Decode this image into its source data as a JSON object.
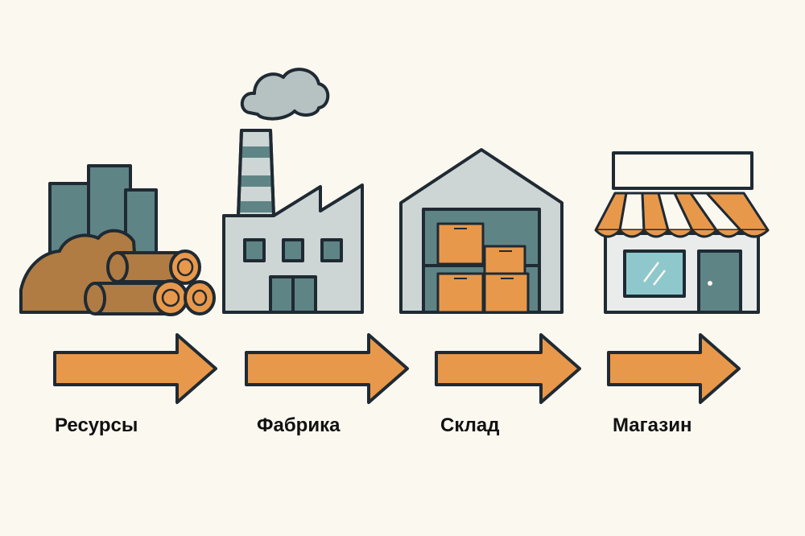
{
  "stages": [
    {
      "id": "resources",
      "label": "Ресурсы",
      "icon": "raw-materials-icon"
    },
    {
      "id": "factory",
      "label": "Фабрика",
      "icon": "factory-icon"
    },
    {
      "id": "warehouse",
      "label": "Склад",
      "icon": "warehouse-icon"
    },
    {
      "id": "store",
      "label": "Магазин",
      "icon": "store-icon"
    }
  ],
  "colors": {
    "background": "#fbf8f0",
    "outline": "#1f2a33",
    "arrow": "#e8984a",
    "slate": "#5f8486",
    "building": "#cdd6d4",
    "wood": "#b07c43",
    "box": "#e8984a",
    "glass": "#8ec8cc"
  }
}
